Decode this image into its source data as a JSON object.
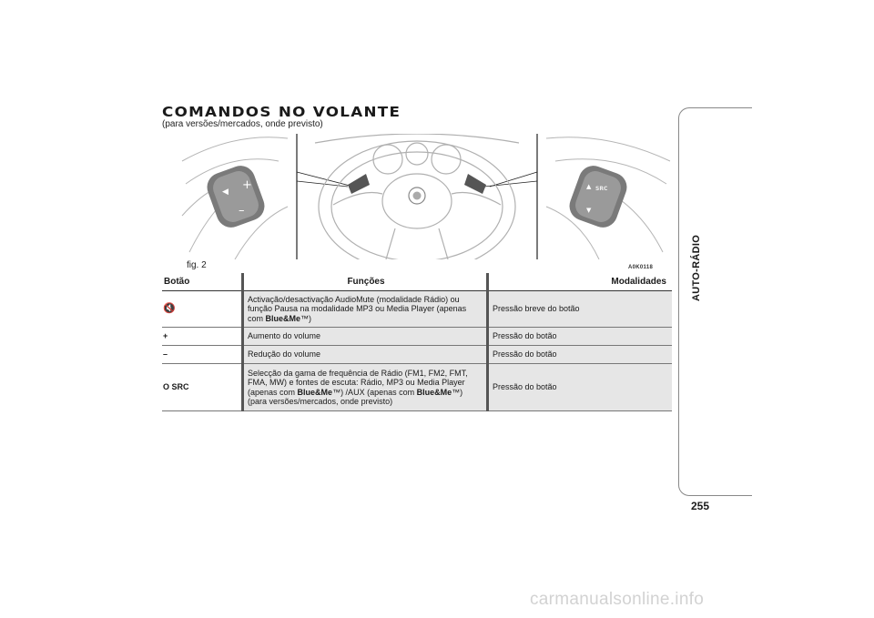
{
  "heading": {
    "title": "COMANDOS NO VOLANTE",
    "subtitle": "(para versões/mercados, onde previsto)"
  },
  "figure": {
    "label": "fig. 2",
    "code": "A0K0118",
    "left_buttons": [
      "+",
      "–"
    ],
    "right_buttons": [
      "▲",
      "▼",
      "SRC"
    ]
  },
  "table": {
    "headers": [
      "Botão",
      "Funções",
      "Modalidades"
    ],
    "rows": [
      {
        "button": "",
        "button_icon": "mute-icon",
        "function": "Activação/desactivação AudioMute (modalidade Rádio) ou função Pausa na modalidade MP3 ou Media Player (apenas com",
        "function_bold": "Blue&Me",
        "function_tail": "™)",
        "mode": "Pressão breve do botão"
      },
      {
        "button": "+",
        "function": "Aumento do volume",
        "mode": "Pressão do botão"
      },
      {
        "button": "–",
        "function": "Redução do volume",
        "mode": "Pressão do botão"
      },
      {
        "button": "O SRC",
        "function_a": "Selecção da gama de frequência de Rádio (FM1, FM2, FMT, FMA, MW) e fontes de escuta: Rádio, MP3 ou Media Player (apenas com",
        "function_b": "Blue&Me",
        "function_c": "™) /AUX (apenas com",
        "function_d": "Blue&Me",
        "function_e": "™)",
        "function_f": "(para versões/mercados, onde previsto)",
        "mode": "Pressão do botão"
      }
    ]
  },
  "sidebar": {
    "section": "AUTO-RÁDIO",
    "page_number": "255"
  },
  "watermark": "carmanualsonline.info"
}
